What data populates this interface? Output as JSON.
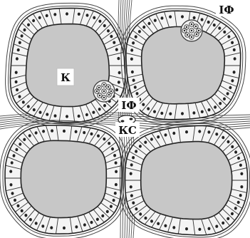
{
  "labels": {
    "colloid": "К",
    "interfollicular_top": "ІФ",
    "interfollicular_mid": "ІФ",
    "capillary": "КС"
  }
}
